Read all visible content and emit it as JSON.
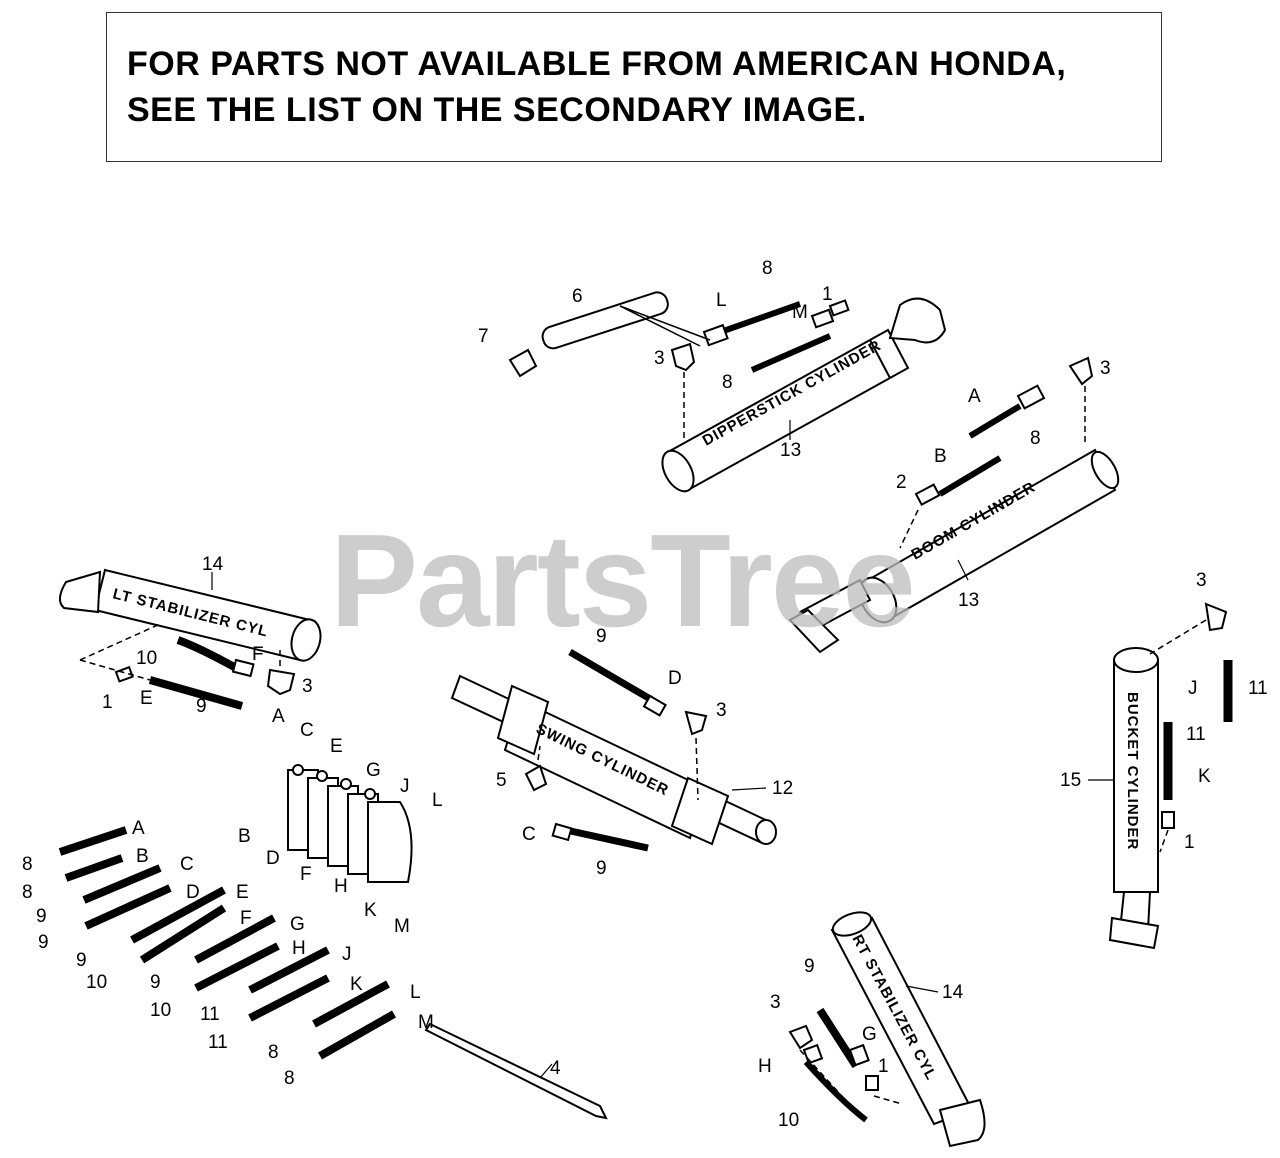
{
  "notice": {
    "line1": "FOR PARTS NOT AVAILABLE FROM AMERICAN HONDA,",
    "line2": "SEE THE LIST ON THE SECONDARY IMAGE."
  },
  "watermark": "PartsTree",
  "cylinder_labels": {
    "dipperstick": "DIPPERSTICK CYLINDER",
    "boom": "BOOM CYLINDER",
    "lt_stabilizer": "LT STABILIZER CYL",
    "swing": "SWING CYLINDER",
    "bucket": "BUCKET CYLINDER",
    "rt_stabilizer": "RT STABILIZER CYL"
  },
  "callouts": {
    "dipper_6": "6",
    "dipper_7": "7",
    "dipper_L": "L",
    "dipper_8a": "8",
    "dipper_M": "M",
    "dipper_1": "1",
    "dipper_3": "3",
    "dipper_8b": "8",
    "dipper_13": "13",
    "boom_3": "3",
    "boom_A": "A",
    "boom_8": "8",
    "boom_B": "B",
    "boom_2": "2",
    "boom_13": "13",
    "lt_14": "14",
    "lt_10": "10",
    "lt_F": "F",
    "lt_3": "3",
    "lt_1": "1",
    "lt_E": "E",
    "lt_9": "9",
    "swing_9a": "9",
    "swing_D": "D",
    "swing_3": "3",
    "swing_5": "5",
    "swing_12": "12",
    "swing_C": "C",
    "swing_9b": "9",
    "bucket_3": "3",
    "bucket_J": "J",
    "bucket_11a": "11",
    "bucket_11b": "11",
    "bucket_K": "K",
    "bucket_15": "15",
    "bucket_1": "1",
    "valve_A": "A",
    "valve_C": "C",
    "valve_E": "E",
    "valve_G": "G",
    "valve_J": "J",
    "valve_L": "L",
    "valve_B": "B",
    "valve_D": "D",
    "valve_F": "F",
    "valve_H": "H",
    "valve_K": "K",
    "valve_M": "M",
    "hose_A": "A",
    "hose_B": "B",
    "hose_C": "C",
    "hose_D": "D",
    "hose_E": "E",
    "hose_F": "F",
    "hose_G": "G",
    "hose_H": "H",
    "hose_J": "J",
    "hose_K": "K",
    "hose_L": "L",
    "hose_M": "M",
    "hose_n1": "8",
    "hose_n2": "8",
    "hose_n3": "9",
    "hose_n4": "9",
    "hose_n5": "9",
    "hose_n6": "10",
    "hose_n7": "9",
    "hose_n8": "10",
    "hose_n9": "11",
    "hose_n10": "11",
    "hose_n11": "8",
    "hose_n12": "8",
    "tie_4": "4",
    "rt_14": "14",
    "rt_9": "9",
    "rt_3": "3",
    "rt_G": "G",
    "rt_H": "H",
    "rt_1": "1",
    "rt_10": "10"
  }
}
